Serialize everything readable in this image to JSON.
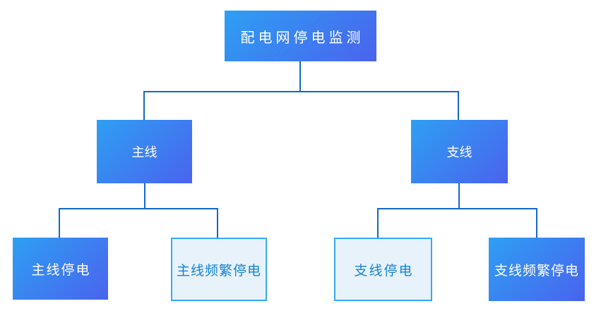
{
  "title": "配电网停电监测",
  "nodes": {
    "root": {
      "label": "配电网停电监测",
      "style": "filled"
    },
    "main": {
      "label": "主线",
      "style": "filled"
    },
    "branch": {
      "label": "支线",
      "style": "filled"
    },
    "main_outage": {
      "label": "主线停电",
      "style": "filled"
    },
    "main_frequent": {
      "label": "主线频繁停电",
      "style": "outlined"
    },
    "branch_outage": {
      "label": "支线停电",
      "style": "outlined"
    },
    "branch_frequent": {
      "label": "支线频繁停电",
      "style": "filled"
    }
  },
  "edges": [
    {
      "from": "配电网停电监测",
      "to": "主线"
    },
    {
      "from": "配电网停电监测",
      "to": "支线"
    },
    {
      "from": "主线",
      "to": "主线停电"
    },
    {
      "from": "主线",
      "to": "主线频繁停电"
    },
    {
      "from": "支线",
      "to": "支线停电"
    },
    {
      "from": "支线",
      "to": "支线频繁停电"
    }
  ],
  "colors": {
    "background": "#ffffff",
    "connector": "#1467c8",
    "node_gradient_start": "#2e9ff3",
    "node_gradient_end": "#4a63ee",
    "filled_text": "#ffffff",
    "outlined_bg": "#e7f2fb",
    "outlined_border": "#35aaf2",
    "outlined_text": "#1583d6"
  }
}
